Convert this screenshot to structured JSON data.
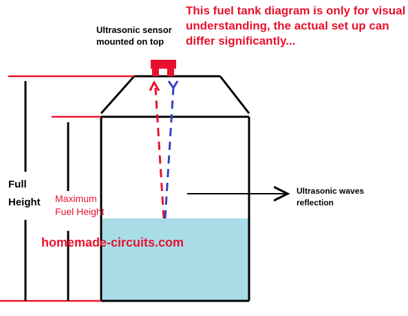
{
  "labels": {
    "sensor_caption": "Ultrasonic sensor mounted on top",
    "disclaimer": "This fuel tank diagram is only for visual understanding, the actual set up can differ significantly...",
    "full_height": "Full Height",
    "max_fuel_height": "Maximum Fuel Height",
    "waves_reflection": "Ultrasonic waves reflection",
    "watermark": "homemade-circuits.com"
  },
  "colors": {
    "fuel": "#a8dde8",
    "red_accent": "#e8112d",
    "sensor": "#e8112d",
    "outline": "#000000",
    "wave_out": "#e8112d",
    "wave_return": "#3342c8"
  },
  "icons": [
    "ultrasonic-sensor-icon",
    "fuel-tank-icon"
  ]
}
